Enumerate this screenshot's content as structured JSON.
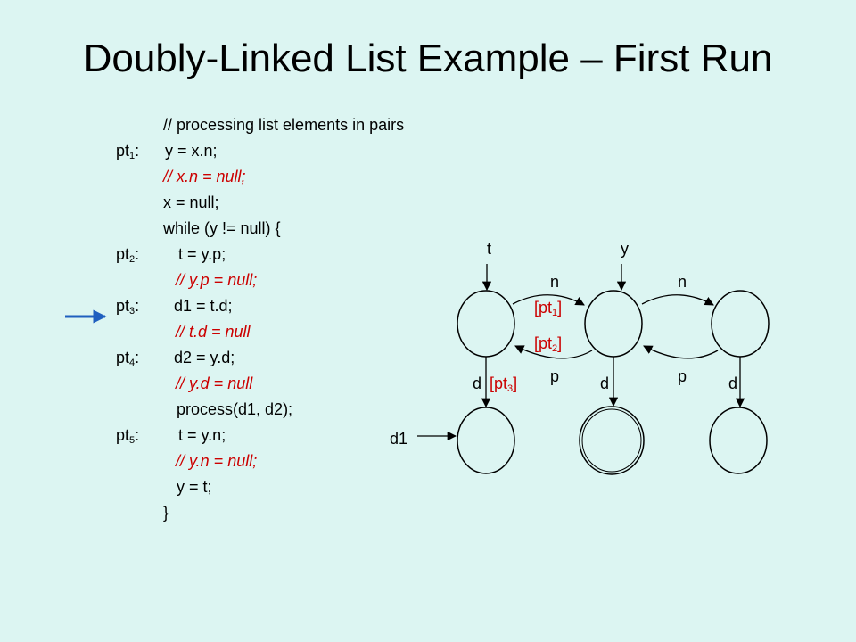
{
  "title": "Doubly-Linked List Example – First Run",
  "code": {
    "comment_header": "// processing list elements in pairs",
    "pt1_label": "pt",
    "pt1_sub": "1",
    "line_y_eq_xn": "y = x.n;",
    "comment_xn": "// x.n = null;",
    "line_x_null": "x = null;",
    "line_while": "while (y != null) {",
    "pt2_label": "pt",
    "pt2_sub": "2",
    "line_t_eq_yp": "t = y.p;",
    "comment_yp": "// y.p = null;",
    "pt3_label": "pt",
    "pt3_sub": "3",
    "line_d1": "d1 = t.d;",
    "comment_td": "// t.d = null",
    "pt4_label": "pt",
    "pt4_sub": "4",
    "line_d2": "d2 = y.d;",
    "comment_yd": "// y.d = null",
    "line_process": "process(d1, d2);",
    "pt5_label": "pt",
    "pt5_sub": "5",
    "line_t_eq_yn": "t = y.n;",
    "comment_yn": "// y.n = null;",
    "line_y_eq_t": "y = t;",
    "line_close": "}"
  },
  "diagram": {
    "var_t": "t",
    "var_y": "y",
    "var_d1": "d1",
    "edge_n1": "n",
    "edge_n2": "n",
    "edge_p1": "p",
    "edge_p2": "p",
    "edge_d1": "d",
    "edge_d2": "d",
    "edge_d3": "d",
    "ann_pt1_pre": "[pt",
    "ann_pt1_sub": "1",
    "ann_pt1_post": "]",
    "ann_pt2_pre": "[pt",
    "ann_pt2_sub": "2",
    "ann_pt2_post": "]",
    "ann_pt3_pre": "[pt",
    "ann_pt3_sub": "3",
    "ann_pt3_post": "]"
  },
  "colors": {
    "background": "#dcf5f2",
    "comment": "#cc0000",
    "pointer_arrow": "#1f5fbf"
  }
}
